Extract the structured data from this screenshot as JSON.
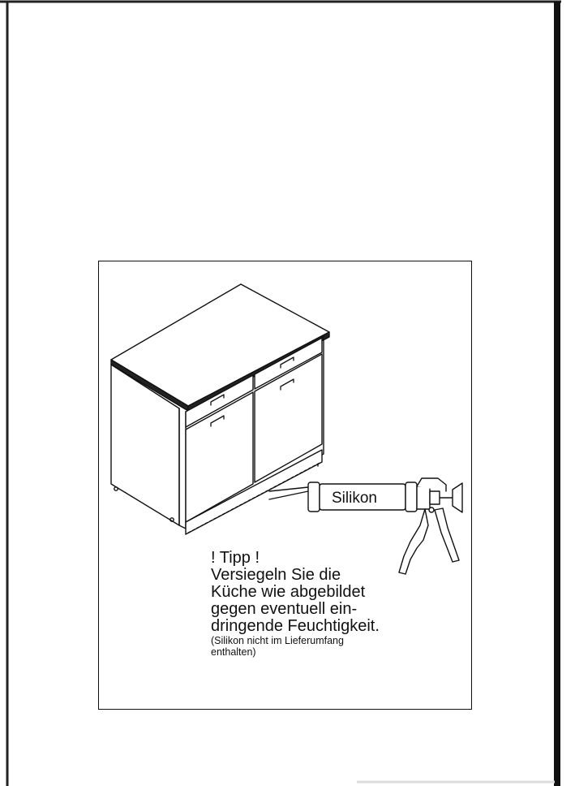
{
  "illustration": {
    "cartridge_label": "Silikon"
  },
  "tip": {
    "title": "! Tipp !",
    "lines": [
      "Versiegeln Sie die",
      "Küche wie abgebildet",
      "gegen eventuell ein-",
      "dringende Feuchtigkeit."
    ],
    "note_lines": [
      "(Silikon nicht im Lieferumfang",
      "enthalten)"
    ]
  }
}
